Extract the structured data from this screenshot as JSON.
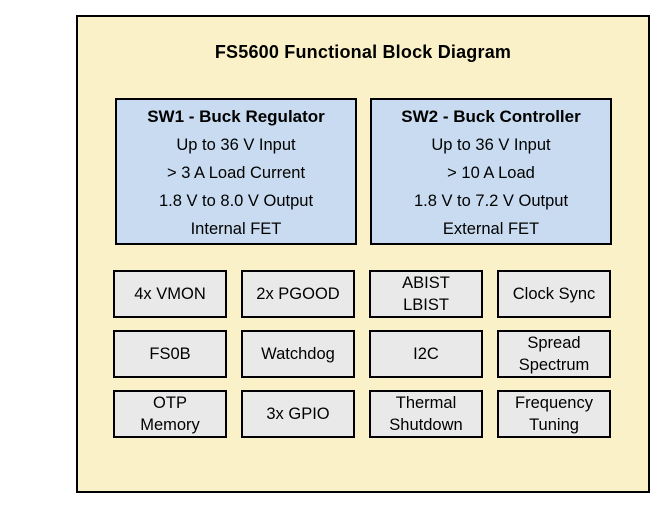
{
  "title": "FS5600 Functional Block Diagram",
  "colors": {
    "background": "#FAF1C8",
    "block_blue": "#C8DBF0",
    "block_gray": "#E9E9E9",
    "border": "#000000"
  },
  "blocks": [
    {
      "title": "SW1 - Buck Regulator",
      "lines": [
        "Up to 36 V Input",
        "> 3 A Load Current",
        "1.8 V to 8.0 V Output",
        "Internal FET"
      ]
    },
    {
      "title": "SW2 - Buck Controller",
      "lines": [
        "Up to 36 V Input",
        "> 10 A Load",
        "1.8 V to 7.2 V Output",
        "External FET"
      ]
    }
  ],
  "features": [
    [
      "4x VMON",
      "2x PGOOD",
      "ABIST\nLBIST",
      "Clock Sync"
    ],
    [
      "FS0B",
      "Watchdog",
      "I2C",
      "Spread\nSpectrum"
    ],
    [
      "OTP\nMemory",
      "3x GPIO",
      "Thermal\nShutdown",
      "Frequency\nTuning"
    ]
  ]
}
